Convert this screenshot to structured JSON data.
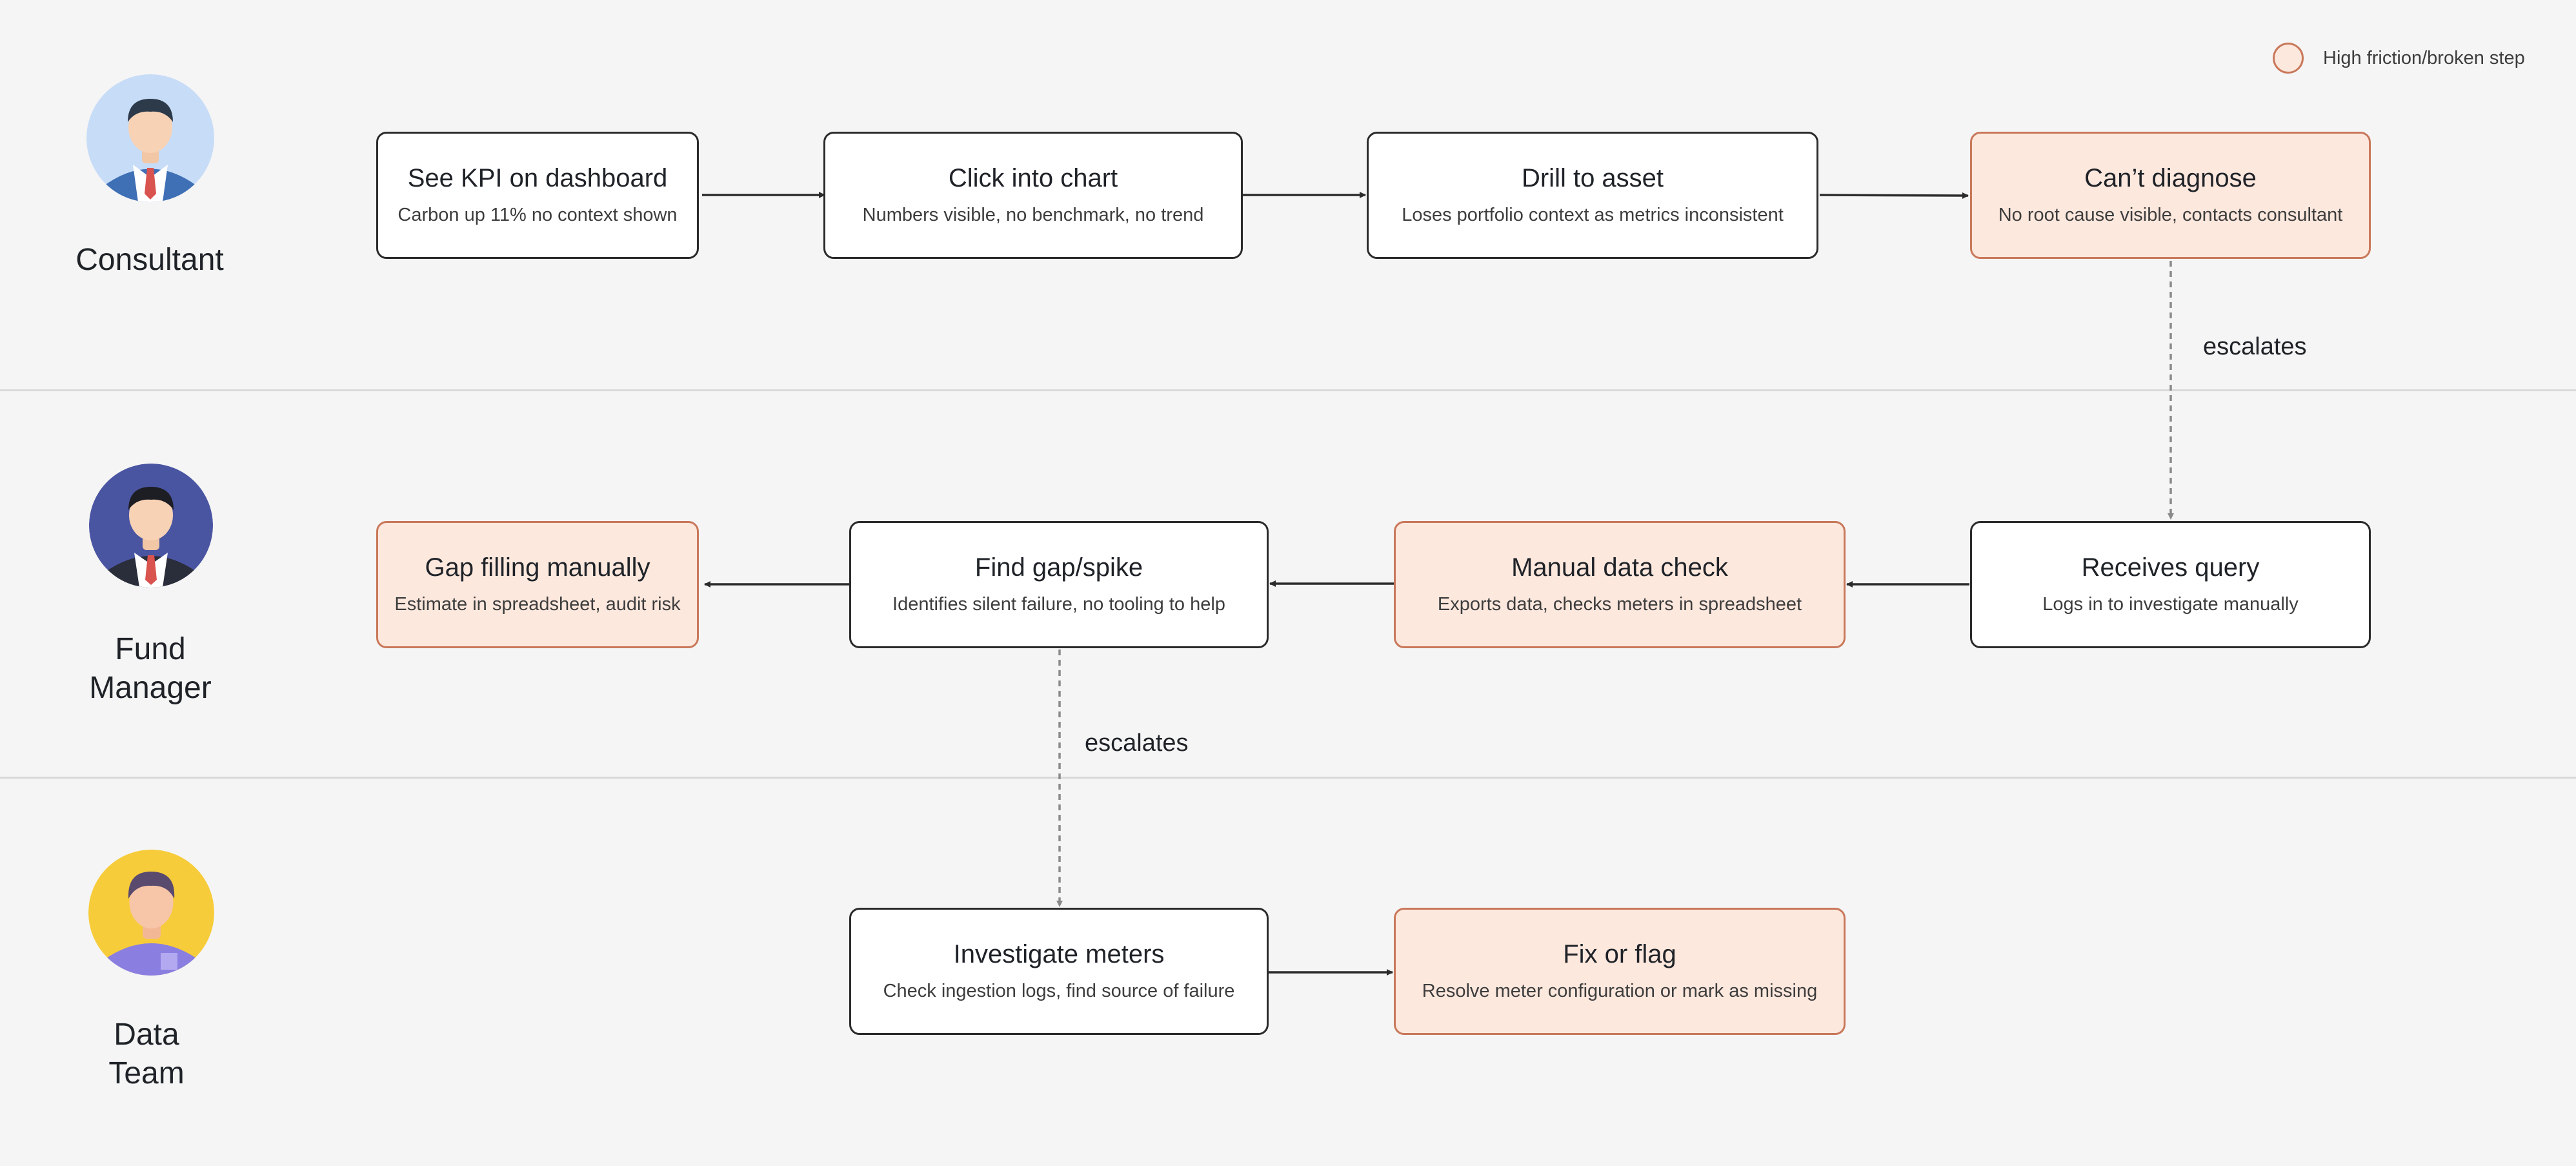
{
  "legend": {
    "label": "High friction/broken step",
    "color": "#fde8de",
    "border_color": "#c9785a"
  },
  "lanes": [
    {
      "name": "Consultant",
      "avatar": "consultant-avatar-icon"
    },
    {
      "name": "Fund\nManager",
      "avatar": "fund-manager-avatar-icon"
    },
    {
      "name": "Data\nTeam",
      "avatar": "data-team-avatar-icon"
    }
  ],
  "steps": {
    "see_kpi": {
      "title": "See KPI on dashboard",
      "sub": "Carbon up 11% no context shown",
      "friction": false
    },
    "click_chart": {
      "title": "Click into chart",
      "sub": "Numbers visible, no benchmark, no trend",
      "friction": false
    },
    "drill_asset": {
      "title": "Drill to asset",
      "sub": "Loses portfolio context as metrics inconsistent",
      "friction": false
    },
    "cant_diagnose": {
      "title": "Can’t diagnose",
      "sub": "No root cause visible, contacts consultant",
      "friction": true
    },
    "receives_query": {
      "title": "Receives query",
      "sub": "Logs in to investigate manually",
      "friction": false
    },
    "manual_check": {
      "title": "Manual data check",
      "sub": "Exports data, checks meters in spreadsheet",
      "friction": true
    },
    "find_gap": {
      "title": "Find gap/spike",
      "sub": "Identifies silent failure, no tooling to help",
      "friction": false
    },
    "gap_filling": {
      "title": "Gap filling manually",
      "sub": "Estimate in spreadsheet, audit risk",
      "friction": true
    },
    "investigate": {
      "title": "Investigate meters",
      "sub": "Check ingestion logs, find source of failure",
      "friction": false
    },
    "fix_flag": {
      "title": "Fix or flag",
      "sub": "Resolve meter configuration or mark as missing",
      "friction": true
    }
  },
  "edges": {
    "escalate_label_1": "escalates",
    "escalate_label_2": "escalates"
  },
  "colors": {
    "background": "#f5f5f5",
    "box_border": "#2b2b2b",
    "friction_fill": "#fde8de",
    "friction_border": "#c9785a",
    "dashed": "#8a8a8a"
  }
}
